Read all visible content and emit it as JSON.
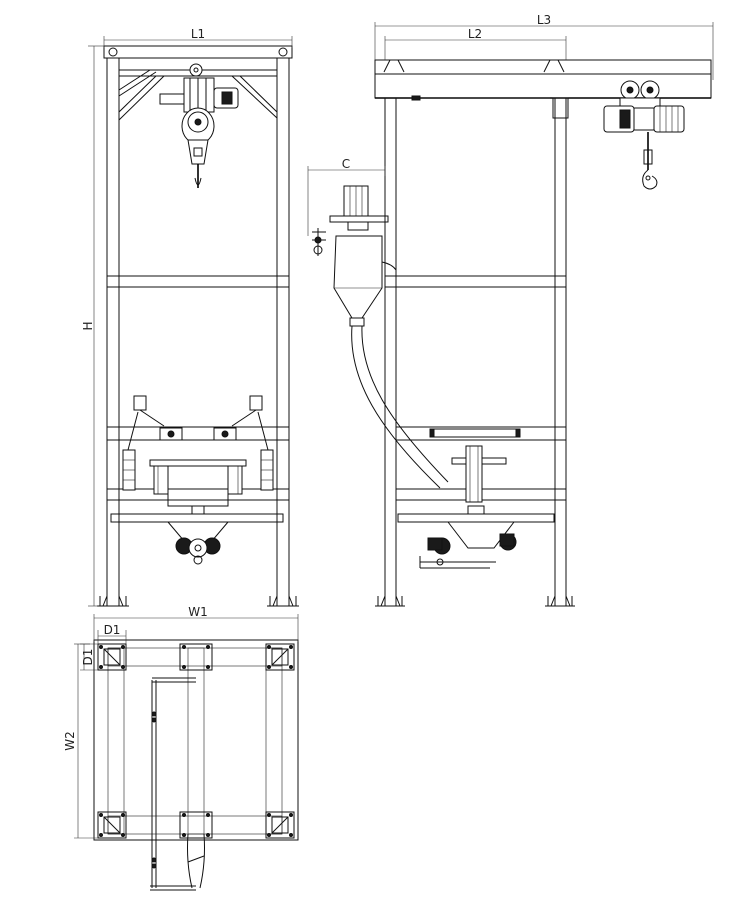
{
  "dimensions": {
    "L1": "L1",
    "L2": "L2",
    "L3": "L3",
    "C": "C",
    "H": "H",
    "W1": "W1",
    "W2": "W2",
    "D1_top": "D1",
    "D1_side": "D1"
  },
  "colors": {
    "line": "#111111",
    "background": "#ffffff",
    "motor_fill": "#1a1a1a"
  },
  "views": [
    "front-view",
    "side-view",
    "plan-view"
  ]
}
